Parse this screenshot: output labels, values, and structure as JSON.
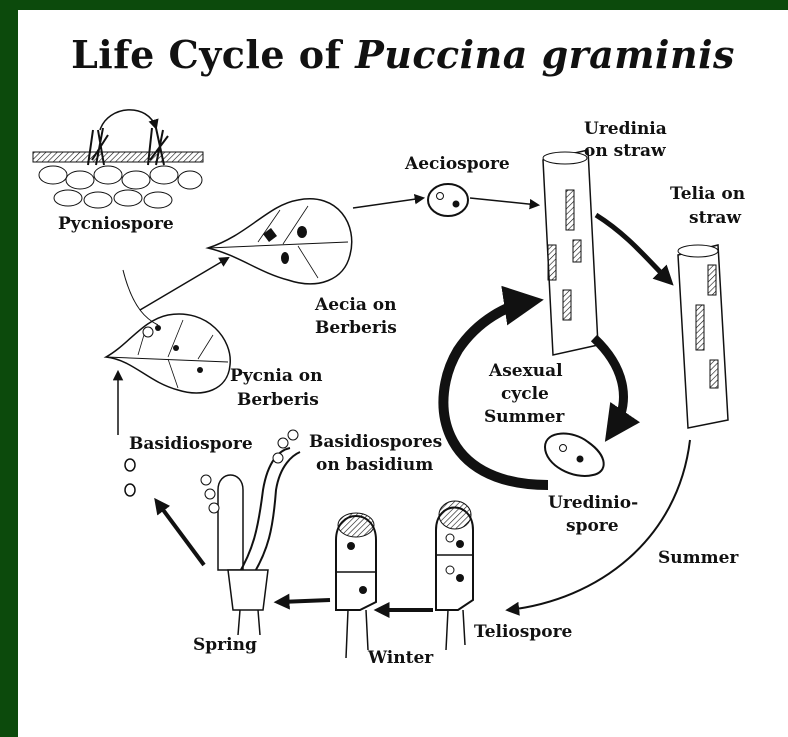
{
  "title": {
    "prefix": "Life Cycle of ",
    "species": "Puccina graminis"
  },
  "labels": {
    "pycniospore": "Pycniospore",
    "aeciospore": "Aeciospore",
    "uredinia_1": "Uredinia",
    "uredinia_2": "on straw",
    "telia_1": "Telia on",
    "telia_2": "straw",
    "aecia_1": "Aecia on",
    "aecia_2": "Berberis",
    "pycnia_1": "Pycnia on",
    "pycnia_2": "Berberis",
    "asexual_1": "Asexual",
    "asexual_2": "cycle",
    "asexual_3": "Summer",
    "basidiospore": "Basidiospore",
    "basidiospores_1": "Basidiospores",
    "basidiospores_2": "on basidium",
    "urediniospore_1": "Uredinio-",
    "urediniospore_2": "spore",
    "summer": "Summer",
    "spring": "Spring",
    "winter": "Winter",
    "teliospore": "Teliospore"
  },
  "colors": {
    "background": "#0c4a0c",
    "panel": "#ffffff",
    "ink": "#111111"
  }
}
